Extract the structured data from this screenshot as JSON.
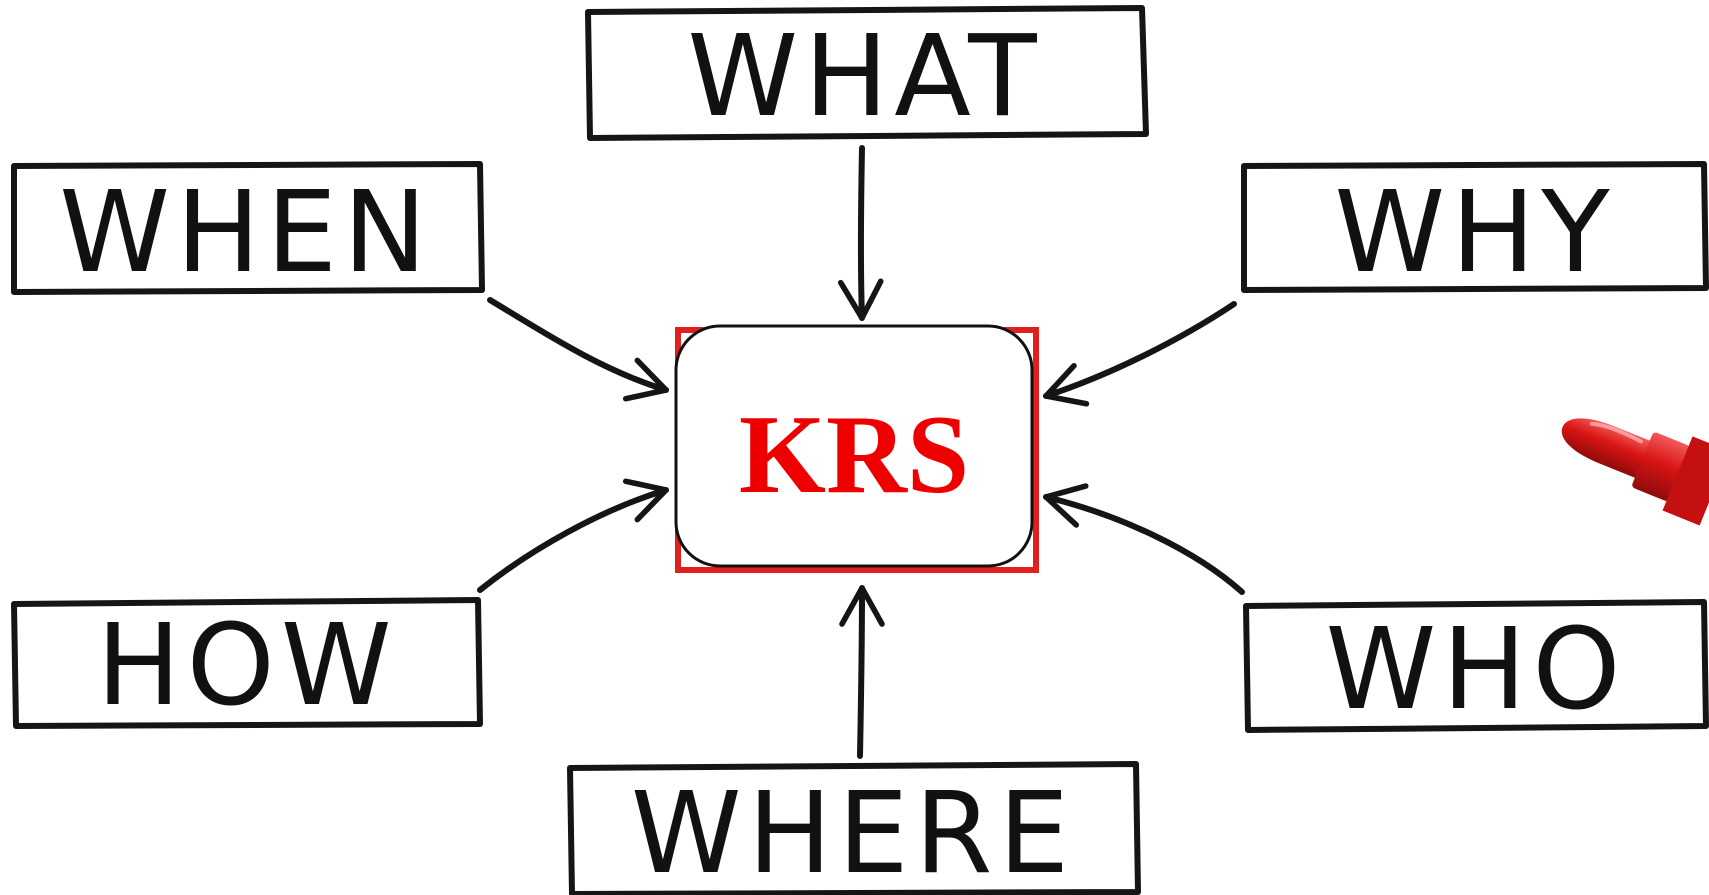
{
  "diagram": {
    "center": {
      "label": "KRS"
    },
    "nodes": [
      {
        "id": "what",
        "label": "WHAT"
      },
      {
        "id": "when",
        "label": "WHEN"
      },
      {
        "id": "why",
        "label": "WHY"
      },
      {
        "id": "how",
        "label": "HOW"
      },
      {
        "id": "who",
        "label": "WHO"
      },
      {
        "id": "where",
        "label": "WHERE"
      }
    ]
  },
  "colors": {
    "center_text": "#ee0000",
    "center_border": "#e01f1f",
    "ink": "#151515",
    "marker": "#d81414"
  },
  "decorations": {
    "marker": "red-marker-pen"
  }
}
